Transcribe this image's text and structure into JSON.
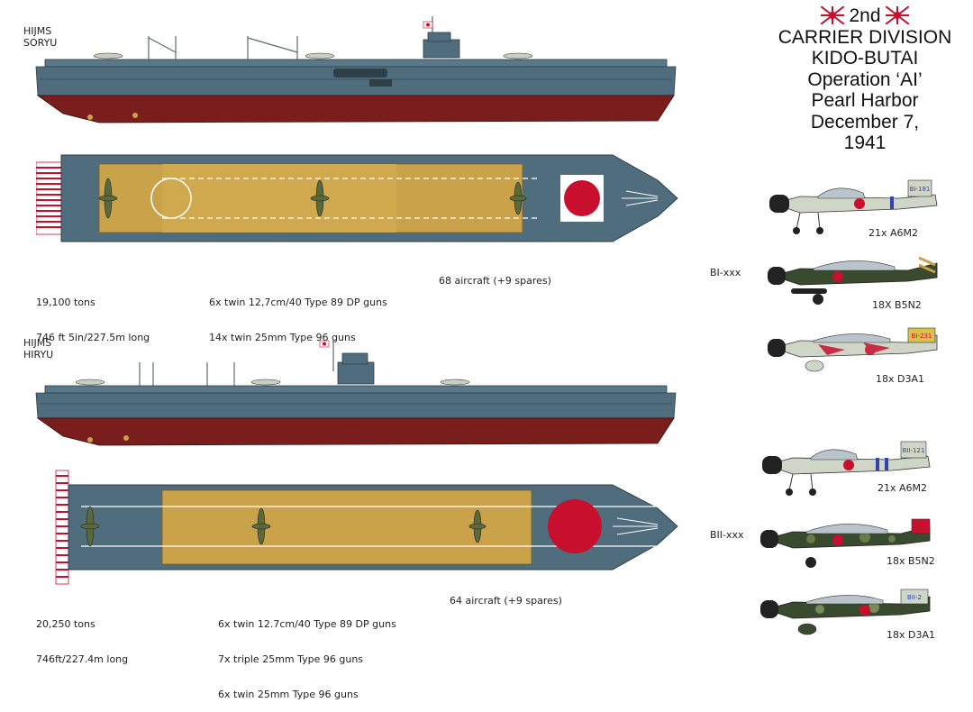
{
  "title": {
    "line1": "2nd",
    "line2": "CARRIER DIVISION",
    "line3": "KIDO-BUTAI",
    "line4": "Operation ‘AI’",
    "line5": "Pearl Harbor",
    "line6": "December 7,",
    "line7": "1941"
  },
  "soryu": {
    "name_line1": "HIJMS",
    "name_line2": "SORYU",
    "specs_col1": [
      "19,100 tons",
      "746 ft 5in/227.5m long"
    ],
    "specs_col2": [
      "6x twin 12,7cm/40 Type 89 DP guns",
      "14x twin 25mm Type 96 guns"
    ],
    "specs_col3": [
      "68 aircraft (+9 spares)"
    ]
  },
  "hiryu": {
    "name_line1": "HIJMS",
    "name_line2": "HIRYU",
    "specs_col1": [
      "20,250 tons",
      "746ft/227.4m long"
    ],
    "specs_col2": [
      "6x twin 12.7cm/40 Type 89 DP guns",
      "7x triple 25mm Type 96 guns",
      "6x twin 25mm Type 96 guns"
    ],
    "specs_col3": [
      "64 aircraft (+9 spares)"
    ]
  },
  "air_groups": [
    {
      "label": "BI-xxx",
      "planes": [
        {
          "label": "21x A6M2",
          "code": "BI-181"
        },
        {
          "label": "18X B5N2",
          "code": ""
        },
        {
          "label": "18x D3A1",
          "code": "BI-231"
        }
      ]
    },
    {
      "label": "BII-xxx",
      "planes": [
        {
          "label": "21x A6M2",
          "code": "BII-121"
        },
        {
          "label": "18x B5N2",
          "code": ""
        },
        {
          "label": "18x D3A1",
          "code": "BII-2"
        }
      ]
    }
  ],
  "colors": {
    "hull_grey": "#4f6d7d",
    "hull_red": "#7a1d1d",
    "deck_wood": "#c9a24a",
    "hinomaru": "#c8102e",
    "zero_grey": "#cfd6c8",
    "green_camo": "#3a4a2e"
  }
}
